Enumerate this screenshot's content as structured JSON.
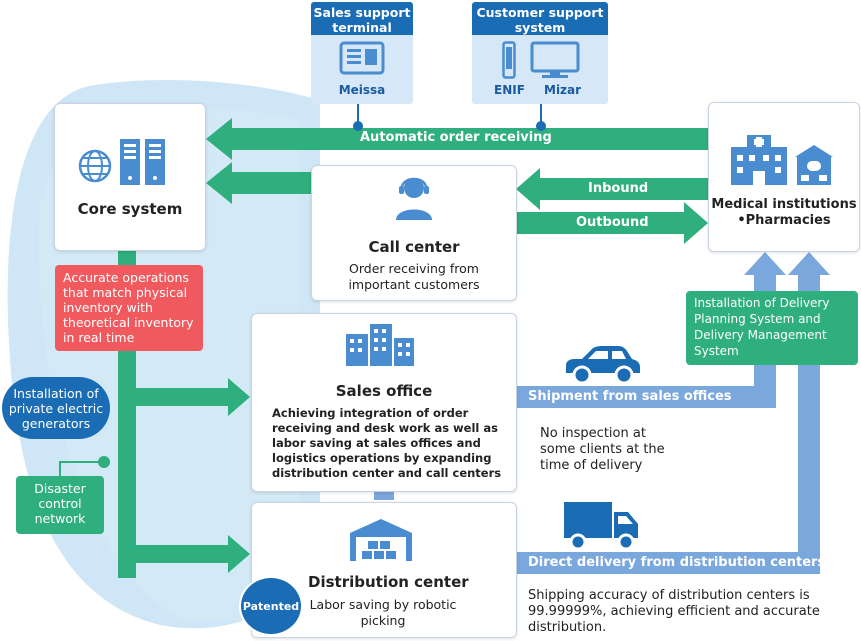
{
  "terminals": {
    "sales_support": {
      "title": "Sales support terminal",
      "device": "Meissa"
    },
    "customer_support": {
      "title": "Customer support system",
      "device_1": "ENIF",
      "device_2": "Mizar"
    }
  },
  "nodes": {
    "core_system": "Core system",
    "call_center": {
      "title": "Call center",
      "desc": "Order receiving from important customers"
    },
    "medical": "Medical institutions •Pharmacies",
    "sales_office": {
      "title": "Sales office",
      "desc": "Achieving integration of order receiving and desk work as well as labor saving at sales offices and logistics operations by expanding distribution center and call centers"
    },
    "distribution_center": {
      "title": "Distribution center",
      "desc": "Labor saving by robotic picking",
      "badge": "Patented"
    }
  },
  "flows": {
    "automatic_order": "Automatic order receiving",
    "inbound": "Inbound",
    "outbound": "Outbound",
    "shipment_sales": "Shipment from sales offices",
    "direct_delivery": "Direct delivery from distribution centers"
  },
  "tags": {
    "accurate_ops": "Accurate operations that match physical inventory with theoretical inventory in real time",
    "generators": "Installation of private electric generators",
    "disaster": "Disaster control network",
    "delivery_planning": "Installation of Delivery Planning System and Delivery Management System"
  },
  "notes": {
    "no_inspection": "No inspection at some clients at the time of delivery",
    "shipping_accuracy": "Shipping accuracy of distribution centers is 99.99999%, achieving efficient and accurate distribution."
  },
  "colors": {
    "green": "#2fae7e",
    "blue": "#1a6cb4",
    "light_blue": "#7aa7dc",
    "red": "#f05a5f",
    "bubble": "#cfe6f6"
  }
}
